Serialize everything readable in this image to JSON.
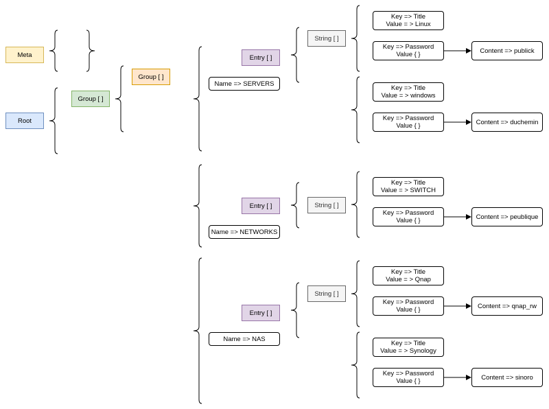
{
  "labels": {
    "meta": "Meta",
    "root": "Root",
    "group_green": "Group [ ]",
    "group_orange": "Group [ ]",
    "entries": [
      {
        "entry": "Entry [ ]",
        "name": "Name => SERVERS",
        "string": "String [ ]",
        "pairs": [
          {
            "title_key": "Key => Title",
            "title_value": "Value = > Linux",
            "pwd_key": "Key => Password",
            "pwd_value": "Value { }",
            "content": "Content => publick"
          },
          {
            "title_key": "Key => Title",
            "title_value": "Value = > windows",
            "pwd_key": "Key => Password",
            "pwd_value": "Value { }",
            "content": "Content => duchemin"
          }
        ]
      },
      {
        "entry": "Entry [ ]",
        "name": "Name => NETWORKS",
        "string": "String [ ]",
        "pairs": [
          {
            "title_key": "Key => Title",
            "title_value": "Value = > SWITCH",
            "pwd_key": "Key => Password",
            "pwd_value": "Value { }",
            "content": "Content => peublique"
          }
        ]
      },
      {
        "entry": "Entry [ ]",
        "name": "Name => NAS",
        "string": "String [ ]",
        "pairs": [
          {
            "title_key": "Key => Title",
            "title_value": "Value = > Qnap",
            "pwd_key": "Key => Password",
            "pwd_value": "Value { }",
            "content": "Content => qnap_rw"
          },
          {
            "title_key": "Key => Title",
            "title_value": "Value = > Synology",
            "pwd_key": "Key => Password",
            "pwd_value": "Value { }",
            "content": "Content => sinoro"
          }
        ]
      }
    ]
  },
  "colors": {
    "meta_fill": "#fff2cc",
    "root_fill": "#dae8fc",
    "group_green_fill": "#d5e8d4",
    "group_orange_fill": "#ffe6cc",
    "entry_fill": "#e1d5e7",
    "string_fill": "#f5f5f5"
  }
}
